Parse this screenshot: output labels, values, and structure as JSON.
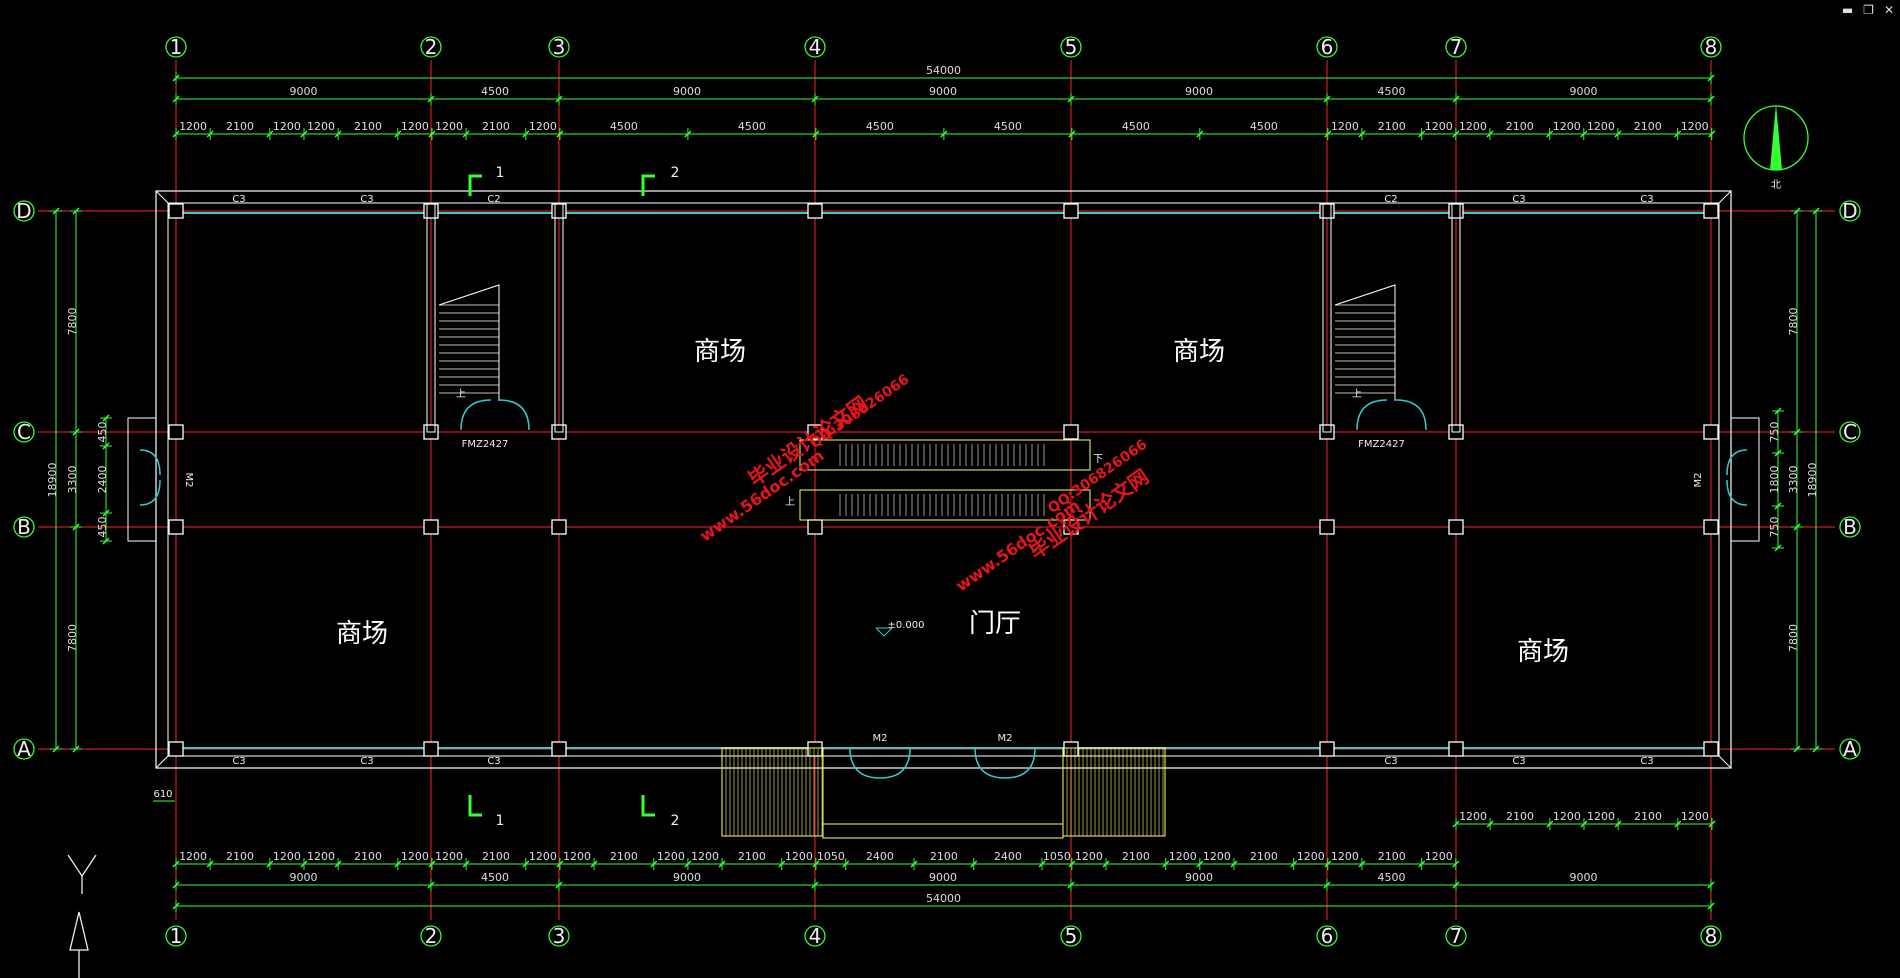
{
  "window_controls": {
    "minimize": "▬",
    "restore": "❐",
    "close": "✕"
  },
  "grid": {
    "columns": [
      "1",
      "2",
      "3",
      "4",
      "5",
      "6",
      "7",
      "8"
    ],
    "rows": [
      "D",
      "C",
      "B",
      "A"
    ]
  },
  "dims": {
    "overall_top": "54000",
    "overall_bottom": "54000",
    "bays_top": [
      "9000",
      "4500",
      "9000",
      "9000",
      "9000",
      "4500",
      "9000"
    ],
    "bays_bottom": [
      "9000",
      "4500",
      "9000",
      "9000",
      "9000",
      "4500",
      "9000"
    ],
    "detail_top": [
      "1200",
      "2100",
      "1200",
      "1200",
      "2100",
      "1200",
      "1200",
      "2100",
      "1200",
      "4500",
      "4500",
      "4500",
      "4500",
      "4500",
      "4500",
      "1200",
      "2100",
      "1200",
      "1200",
      "2100",
      "1200",
      "1200",
      "2100",
      "1200"
    ],
    "detail_bottom": [
      "1200",
      "2100",
      "1200",
      "1200",
      "2100",
      "1200",
      "1200",
      "2100",
      "1200",
      "1200",
      "2100",
      "1200",
      "1200",
      "2100",
      "1200",
      "1050",
      "2400",
      "2100",
      "2400",
      "1050",
      "1200",
      "2100",
      "1200",
      "1200",
      "2100",
      "1200",
      "1200",
      "2100",
      "1200"
    ],
    "detail_bottom_right": [
      "1200",
      "2100",
      "1200",
      "1200",
      "2100",
      "1200"
    ],
    "left_vertical": [
      "7800",
      "3300",
      "7800"
    ],
    "left_total": "18900",
    "left_small": [
      "450",
      "2400",
      "450"
    ],
    "right_vertical": [
      "7800",
      "3300",
      "7800"
    ],
    "right_total": "18900",
    "right_small": [
      "750",
      "1800",
      "750"
    ],
    "wall_offset": "610"
  },
  "labels": {
    "rooms": [
      "商场",
      "商场",
      "商场",
      "门厅",
      "商场"
    ],
    "windows_top": [
      "C3",
      "C3",
      "C2",
      "C2",
      "C3",
      "C3"
    ],
    "windows_bottom": [
      "C3",
      "C3",
      "C3",
      "C3",
      "C3",
      "C3"
    ],
    "doors_main": [
      "M2",
      "M2"
    ],
    "door_side": "M2",
    "fire_doors": [
      "FMZ2427",
      "FMZ2427"
    ],
    "elevation": "±0.000",
    "section_marks": [
      "1",
      "2"
    ],
    "stair_up": "上",
    "stair_down": "下",
    "north": "北"
  },
  "watermarks": {
    "site": "www.56doc.com",
    "qq": "QQ:306826066",
    "brand": "毕业设计论文网"
  },
  "colors": {
    "background": "#000000",
    "axis_line": "#ff2020",
    "dimension": "#33ff33",
    "wall": "#ffffff",
    "glass": "#33cccc",
    "stair": "#ffff66",
    "watermark": "#e8141c"
  }
}
